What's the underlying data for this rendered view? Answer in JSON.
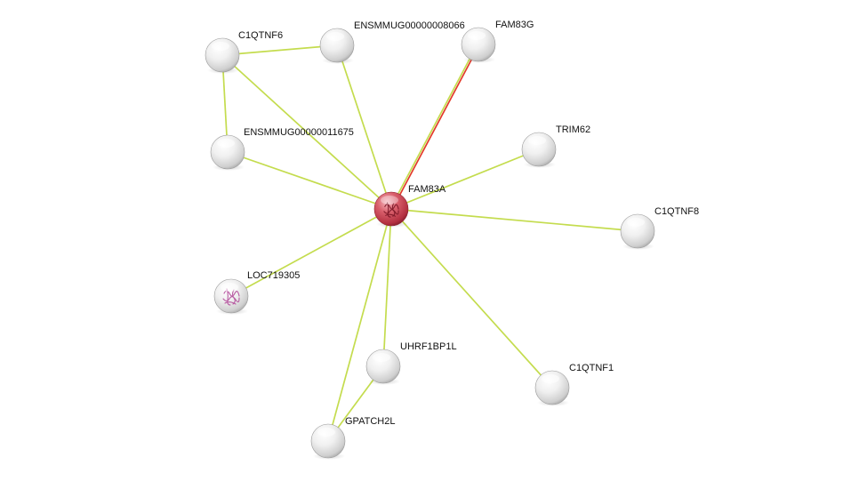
{
  "network": {
    "center": "FAM83A",
    "nodes": [
      {
        "id": "FAM83A",
        "label": "FAM83A",
        "kind": "query",
        "has_structure": true
      },
      {
        "id": "C1QTNF6",
        "label": "C1QTNF6",
        "kind": "partner",
        "has_structure": false
      },
      {
        "id": "ENSMMUG00000008066",
        "label": "ENSMMUG00000008066",
        "kind": "partner",
        "has_structure": false
      },
      {
        "id": "FAM83G",
        "label": "FAM83G",
        "kind": "partner",
        "has_structure": false
      },
      {
        "id": "ENSMMUG00000011675",
        "label": "ENSMMUG00000011675",
        "kind": "partner",
        "has_structure": false
      },
      {
        "id": "TRIM62",
        "label": "TRIM62",
        "kind": "partner",
        "has_structure": false
      },
      {
        "id": "C1QTNF8",
        "label": "C1QTNF8",
        "kind": "partner",
        "has_structure": false
      },
      {
        "id": "LOC719305",
        "label": "LOC719305",
        "kind": "partner",
        "has_structure": true
      },
      {
        "id": "UHRF1BP1L",
        "label": "UHRF1BP1L",
        "kind": "partner",
        "has_structure": false
      },
      {
        "id": "C1QTNF1",
        "label": "C1QTNF1",
        "kind": "partner",
        "has_structure": false
      },
      {
        "id": "GPATCH2L",
        "label": "GPATCH2L",
        "kind": "partner",
        "has_structure": false
      }
    ],
    "edges": [
      {
        "source": "FAM83A",
        "target": "C1QTNF6",
        "colors": [
          "#c4dc4e"
        ]
      },
      {
        "source": "FAM83A",
        "target": "ENSMMUG00000008066",
        "colors": [
          "#c4dc4e"
        ]
      },
      {
        "source": "FAM83A",
        "target": "FAM83G",
        "colors": [
          "#c4dc4e",
          "#e23a2a"
        ]
      },
      {
        "source": "FAM83A",
        "target": "ENSMMUG00000011675",
        "colors": [
          "#c4dc4e"
        ]
      },
      {
        "source": "FAM83A",
        "target": "TRIM62",
        "colors": [
          "#c4dc4e"
        ]
      },
      {
        "source": "FAM83A",
        "target": "C1QTNF8",
        "colors": [
          "#c4dc4e"
        ]
      },
      {
        "source": "FAM83A",
        "target": "LOC719305",
        "colors": [
          "#c4dc4e"
        ]
      },
      {
        "source": "FAM83A",
        "target": "UHRF1BP1L",
        "colors": [
          "#c4dc4e"
        ]
      },
      {
        "source": "FAM83A",
        "target": "C1QTNF1",
        "colors": [
          "#c4dc4e"
        ]
      },
      {
        "source": "FAM83A",
        "target": "GPATCH2L",
        "colors": [
          "#c4dc4e"
        ]
      },
      {
        "source": "C1QTNF6",
        "target": "ENSMMUG00000008066",
        "colors": [
          "#c4dc4e"
        ]
      },
      {
        "source": "C1QTNF6",
        "target": "ENSMMUG00000011675",
        "colors": [
          "#c4dc4e"
        ]
      },
      {
        "source": "UHRF1BP1L",
        "target": "GPATCH2L",
        "colors": [
          "#c4dc4e"
        ]
      }
    ]
  },
  "colors": {
    "query_node": "#c8404f",
    "partner_node": "#e6e6e6",
    "edge_default": "#c4dc4e",
    "edge_red": "#e23a2a",
    "structure_glyph": "#b24a9a"
  }
}
